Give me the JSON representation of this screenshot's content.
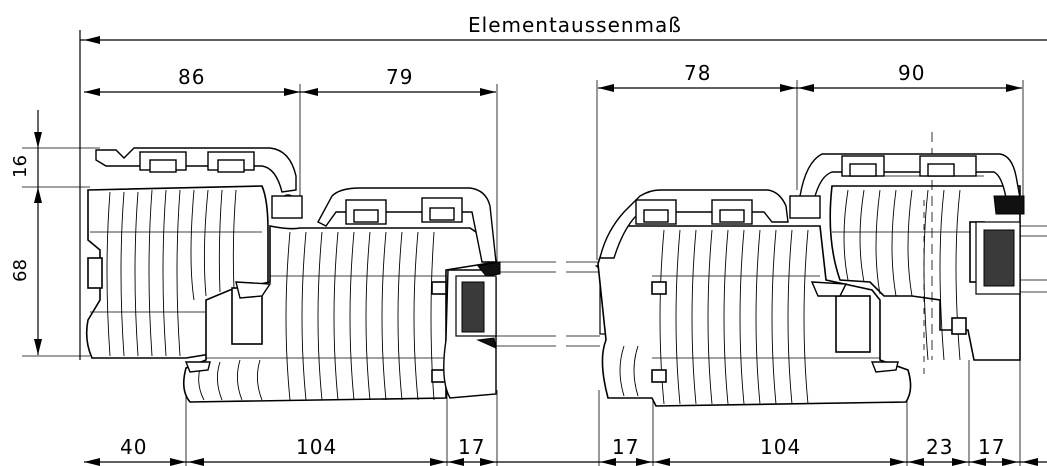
{
  "title": "Elementaussenmaß",
  "dimensions": {
    "top_left_1": "86",
    "top_left_2": "79",
    "top_right_1": "78",
    "top_right_2": "90",
    "vertical_top": "16",
    "vertical_main": "68",
    "bottom_1": "40",
    "bottom_2": "104",
    "bottom_3": "17",
    "bottom_4": "17",
    "bottom_5": "104",
    "bottom_6": "23",
    "bottom_7": "17"
  }
}
